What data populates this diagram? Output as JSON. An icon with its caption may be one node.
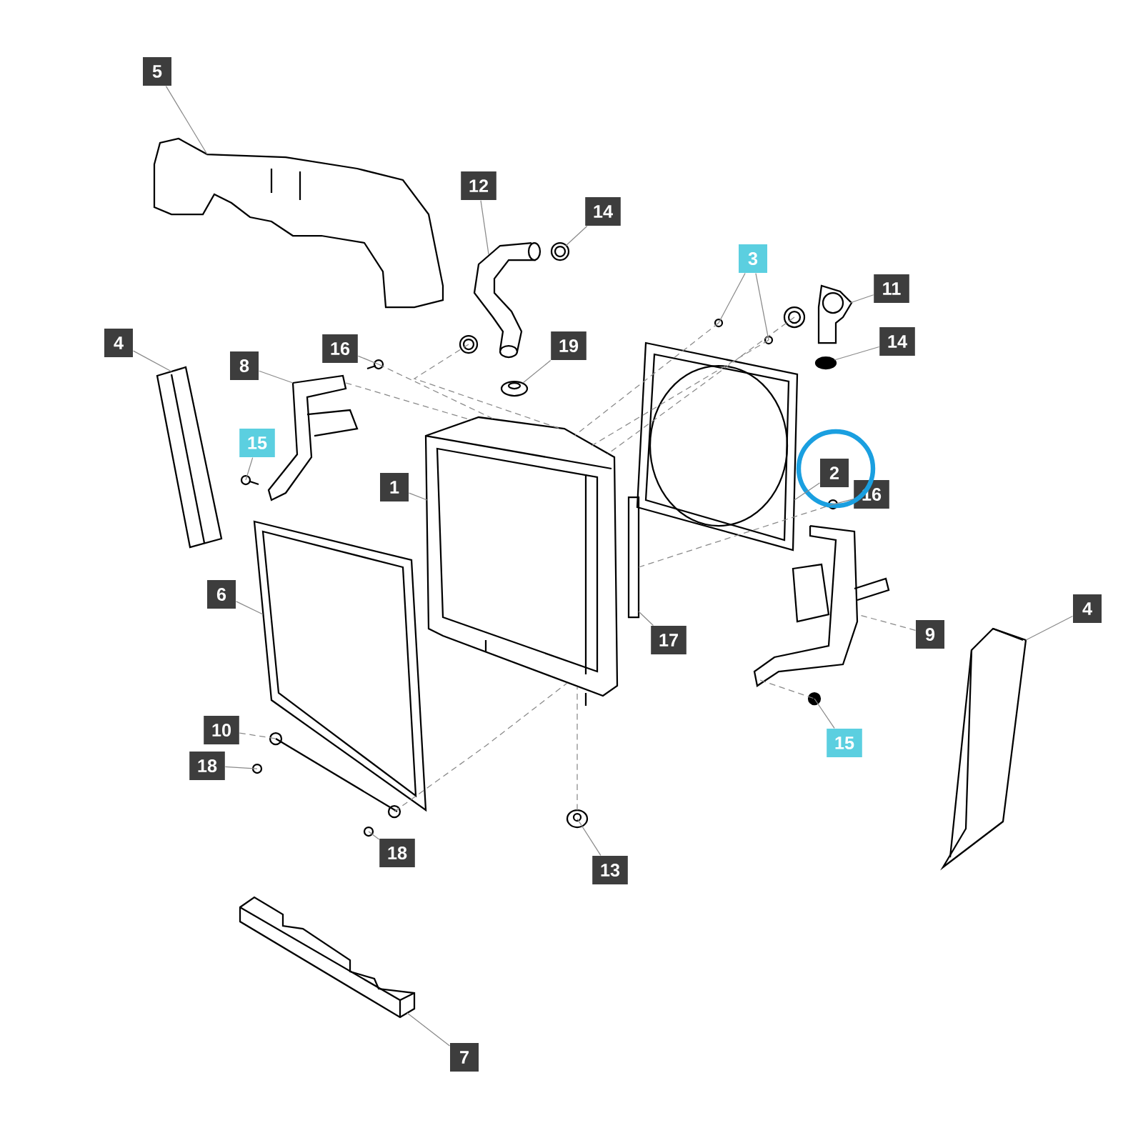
{
  "diagram": {
    "nodes": [
      {
        "text": [
          "5"
        ]
      },
      {
        "text": [
          "12"
        ]
      },
      {
        "text": [
          "14"
        ]
      },
      {
        "text": [
          "3"
        ]
      },
      {
        "text": [
          "11"
        ]
      },
      {
        "text": [
          "4"
        ]
      },
      {
        "text": [
          "16"
        ]
      },
      {
        "text": [
          "14"
        ]
      },
      {
        "text": [
          "19"
        ]
      },
      {
        "text": [
          "8"
        ]
      },
      {
        "text": [
          "15"
        ]
      },
      {
        "text": [
          "2"
        ]
      },
      {
        "text": [
          "1"
        ]
      },
      {
        "text": [
          "16"
        ]
      },
      {
        "text": [
          "6"
        ]
      },
      {
        "text": [
          "4"
        ]
      },
      {
        "text": [
          "9"
        ]
      },
      {
        "text": [
          "17"
        ]
      },
      {
        "text": [
          "10"
        ]
      },
      {
        "text": [
          "15"
        ]
      },
      {
        "text": [
          "18"
        ]
      },
      {
        "text": [
          "18"
        ]
      },
      {
        "text": [
          "13"
        ]
      },
      {
        "text": [
          "7"
        ]
      },
      {
        "text": [],
        "shape": "picture"
      },
      {
        "text": [],
        "shape": "picture"
      },
      {
        "text": [],
        "shape": "picture"
      },
      {
        "text": [],
        "shape": "picture"
      },
      {
        "text": [],
        "shape": "picture"
      },
      {
        "text": [],
        "shape": "picture"
      },
      {
        "text": [],
        "shape": "picture"
      },
      {
        "text": [],
        "shape": "picture"
      },
      {
        "text": [],
        "shape": "circle"
      },
      {
        "text": [],
        "shape": "picture"
      },
      {
        "text": [],
        "shape": "picture"
      },
      {
        "text": [],
        "shape": "picture"
      },
      {
        "text": [],
        "shape": "picture"
      },
      {
        "text": [],
        "shape": "picture"
      },
      {
        "text": [],
        "shape": "picture"
      },
      {
        "text": [],
        "shape": "picture"
      },
      {
        "text": [],
        "shape": "picture"
      },
      {
        "text": [],
        "shape": "picture"
      },
      {
        "text": [],
        "shape": "bar"
      },
      {
        "text": [],
        "shape": "picture"
      },
      {
        "text": [],
        "shape": "circle"
      },
      {
        "text": [],
        "shape": "picture"
      },
      {
        "text": [],
        "shape": "picture"
      },
      {
        "text": [],
        "shape": "picture"
      },
      {
        "text": [],
        "shape": "picture"
      },
      {
        "text": [],
        "shape": "picture"
      },
      {
        "text": [],
        "shape": "picture"
      }
    ],
    "edges": [
      {
        "from": 0,
        "to": 24,
        "arrow": "none"
      },
      {
        "from": 1,
        "to": 25,
        "arrow": "none"
      },
      {
        "from": 2,
        "to": 26,
        "arrow": "none"
      },
      {
        "from": 3,
        "to": 27,
        "arrow": "none"
      },
      {
        "from": 3,
        "to": 28,
        "arrow": "none"
      },
      {
        "from": 4,
        "to": 29,
        "arrow": "none"
      },
      {
        "from": 5,
        "to": 30,
        "arrow": "none"
      },
      {
        "from": 6,
        "to": 31,
        "arrow": "none"
      },
      {
        "from": 7,
        "to": 32,
        "arrow": "none"
      },
      {
        "from": 8,
        "to": 33,
        "arrow": "none"
      },
      {
        "from": 9,
        "to": 34,
        "arrow": "none"
      },
      {
        "from": 10,
        "to": 35,
        "arrow": "none"
      },
      {
        "from": 11,
        "to": 36,
        "arrow": "none"
      },
      {
        "from": 12,
        "to": 37,
        "arrow": "none"
      },
      {
        "from": 13,
        "to": 38,
        "arrow": "none"
      },
      {
        "from": 14,
        "to": 39,
        "arrow": "none"
      },
      {
        "from": 15,
        "to": 40,
        "arrow": "none"
      },
      {
        "from": 16,
        "to": 41,
        "arrow": "none",
        "style": "dashed"
      },
      {
        "from": 17,
        "to": 42,
        "arrow": "none"
      },
      {
        "from": 18,
        "to": 43,
        "arrow": "none",
        "style": "dashed"
      },
      {
        "from": 19,
        "to": 44,
        "arrow": "none"
      },
      {
        "from": 20,
        "to": 45,
        "arrow": "none"
      },
      {
        "from": 21,
        "to": 46,
        "arrow": "none"
      },
      {
        "from": 22,
        "to": 47,
        "arrow": "none"
      },
      {
        "from": 23,
        "to": 48,
        "arrow": "none"
      },
      {
        "from": 31,
        "to": 37,
        "arrow": "none",
        "style": "dashed"
      },
      {
        "from": 49,
        "to": 37,
        "arrow": "none",
        "style": "dashed"
      },
      {
        "from": 27,
        "to": 37,
        "arrow": "none",
        "style": "dashed"
      },
      {
        "from": 28,
        "to": 37,
        "arrow": "none",
        "style": "dashed"
      },
      {
        "from": 50,
        "to": 37,
        "arrow": "none",
        "style": "dashed"
      },
      {
        "from": 42,
        "to": 38,
        "arrow": "none",
        "style": "dashed"
      },
      {
        "from": 43,
        "to": 37,
        "arrow": "none",
        "style": "dashed"
      },
      {
        "from": 47,
        "to": 37,
        "arrow": "none",
        "style": "dashed"
      },
      {
        "from": 41,
        "to": 44,
        "arrow": "none",
        "style": "dashed"
      },
      {
        "from": 34,
        "to": 37,
        "arrow": "none",
        "style": "dashed"
      }
    ]
  }
}
